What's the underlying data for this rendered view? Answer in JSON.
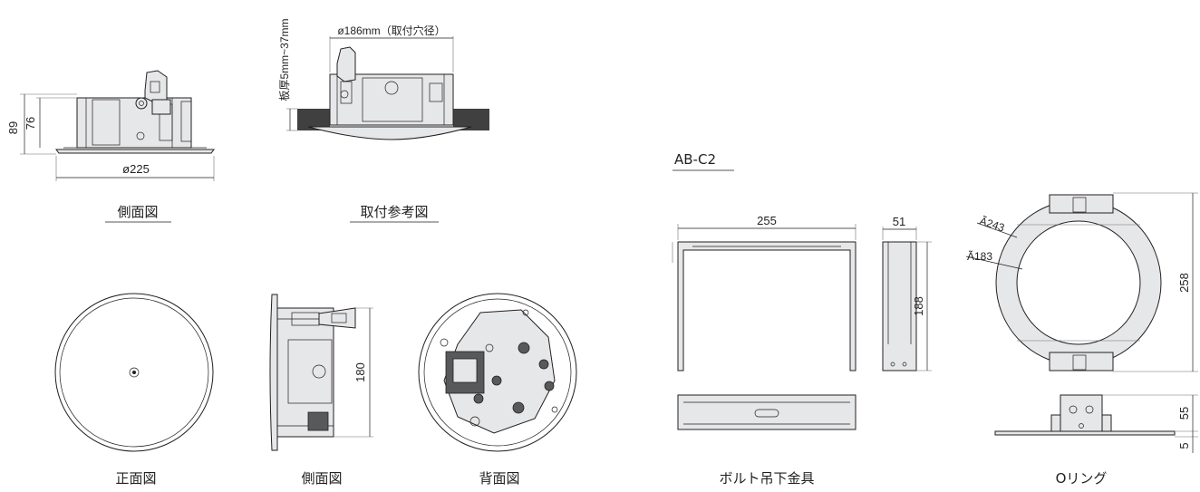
{
  "labels": {
    "side_view_top": "側面図",
    "mounting_ref": "取付参考図",
    "front_view": "正面図",
    "side_view_bottom": "側面図",
    "back_view": "背面図",
    "bolt_hanger": "ボルト吊下金具",
    "o_ring": "Oリング",
    "model": "AB-C2"
  },
  "dimensions": {
    "height_89": "89",
    "height_76": "76",
    "diameter_225": "ø225",
    "hole_diameter": "ø186mm（取付穴径）",
    "plate_thickness": "板厚5mm~37mm",
    "depth_180": "180",
    "width_255": "255",
    "width_51": "51",
    "height_188": "188",
    "ring_outer": "Ã243",
    "ring_inner": "Ã183",
    "ring_height": "258",
    "bracket_55": "55",
    "bracket_5": "5"
  }
}
